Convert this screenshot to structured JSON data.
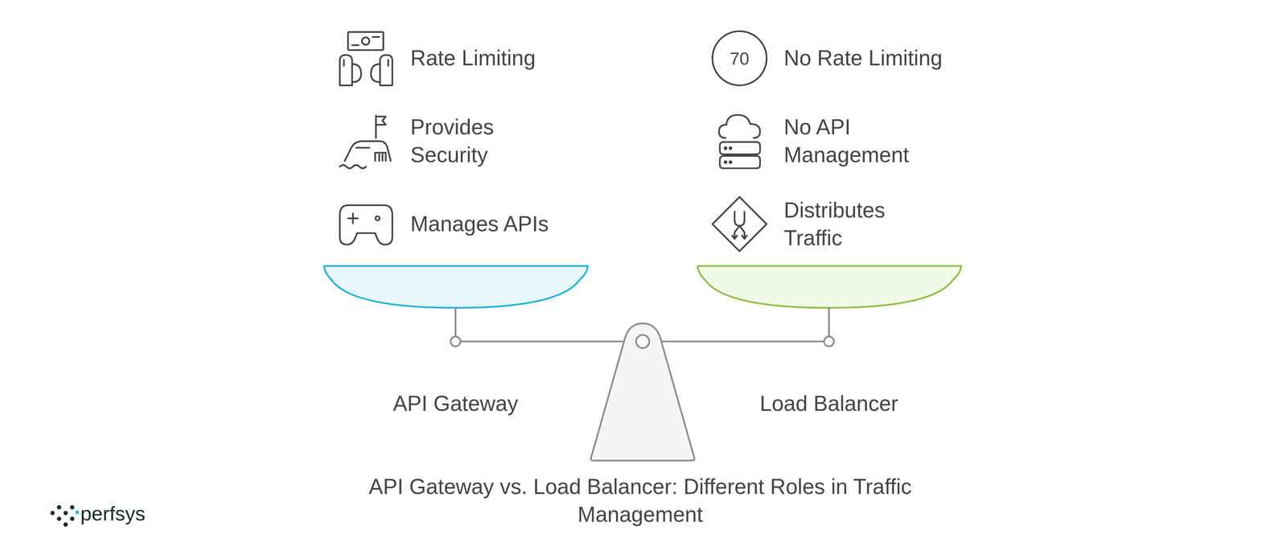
{
  "diagram": {
    "title": "API Gateway vs. Load Balancer: Different Roles in Traffic Management",
    "labels": [
      "Rate Limiting",
      "70",
      "No Rate Limiting",
      "Provides Security",
      "No API Management",
      "Manages APIs",
      "Distributes Traffic",
      "API Gateway",
      "Load Balancer",
      "perfsys"
    ]
  }
}
